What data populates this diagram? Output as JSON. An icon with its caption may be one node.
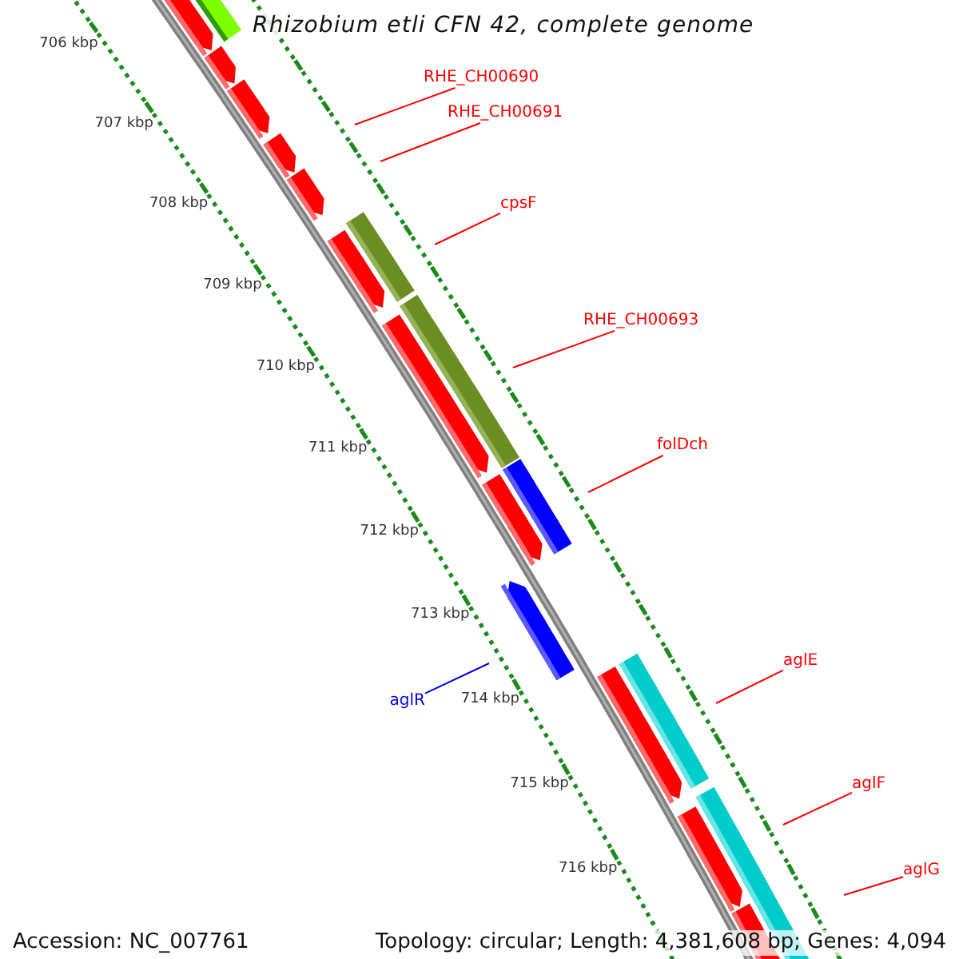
{
  "diagram": {
    "title": "Rhizobium etli CFN 42, complete genome",
    "nodes": [
      {
        "text": [
          "RHE_CH00690"
        ]
      },
      {
        "text": [
          "RHE_CH00691"
        ]
      },
      {
        "text": [
          "cpsF"
        ]
      },
      {
        "text": [
          "RHE_CH00693"
        ]
      },
      {
        "text": [
          "folDch"
        ]
      },
      {
        "text": [
          "aglE"
        ]
      },
      {
        "text": [
          "aglR"
        ]
      },
      {
        "text": [
          "aglF"
        ]
      },
      {
        "text": [
          "aglG"
        ]
      }
    ],
    "edges": [
      {
        "from": 0,
        "to": null,
        "arrow": "none"
      },
      {
        "from": 1,
        "to": null,
        "arrow": "none"
      },
      {
        "from": 2,
        "to": null,
        "arrow": "none"
      },
      {
        "from": 3,
        "to": null,
        "arrow": "none"
      },
      {
        "from": 4,
        "to": null,
        "arrow": "none"
      },
      {
        "from": 5,
        "to": null,
        "arrow": "none"
      },
      {
        "from": 6,
        "to": null,
        "arrow": "none",
        "color": "#0000ff"
      },
      {
        "from": 7,
        "to": null,
        "arrow": "none"
      },
      {
        "from": 8,
        "to": null,
        "arrow": "none"
      }
    ],
    "labels": [
      "706 kbp",
      "707 kbp",
      "708 kbp",
      "709 kbp",
      "710 kbp",
      "711 kbp",
      "712 kbp",
      "713 kbp",
      "714 kbp",
      "715 kbp",
      "716 kbp",
      "Accession: NC_007761",
      "Topology: circular; Length: 4,381,608 bp; Genes: 4,094"
    ]
  }
}
